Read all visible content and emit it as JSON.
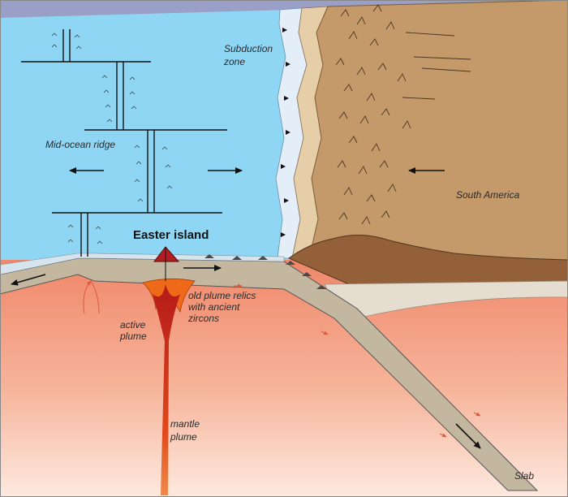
{
  "labels": {
    "subduction_zone_line1": "Subduction",
    "subduction_zone_line2": "zone",
    "mid_ocean_ridge": "Mid-ocean ridge",
    "south_america": "South America",
    "easter_island": "Easter island",
    "old_plume_relics_line1": "old plume relics",
    "old_plume_relics_line2": "with ancient",
    "old_plume_relics_line3": "zircons",
    "active_plume_line1": "active",
    "active_plume_line2": "plume",
    "mantle_plume_line1": "mantle",
    "mantle_plume_line2": "plume",
    "slab": "Slab"
  },
  "colors": {
    "sky": "#9a9fc8",
    "ocean": "#8fd6f5",
    "ice_shelf": "#e4eef8",
    "coast_sand": "#e6cfa8",
    "continent": "#c49a6b",
    "volcano_brown": "#93603a",
    "plate": "#c4b79f",
    "mantle_upper": "#f0876a",
    "mantle_lower": "#fbe0d3",
    "plume_orange": "#ee6a18",
    "plume_red": "#b51a1a",
    "island_red": "#b01e22",
    "lithosphere_pale": "#e5ddd0",
    "ink": "#111111"
  }
}
